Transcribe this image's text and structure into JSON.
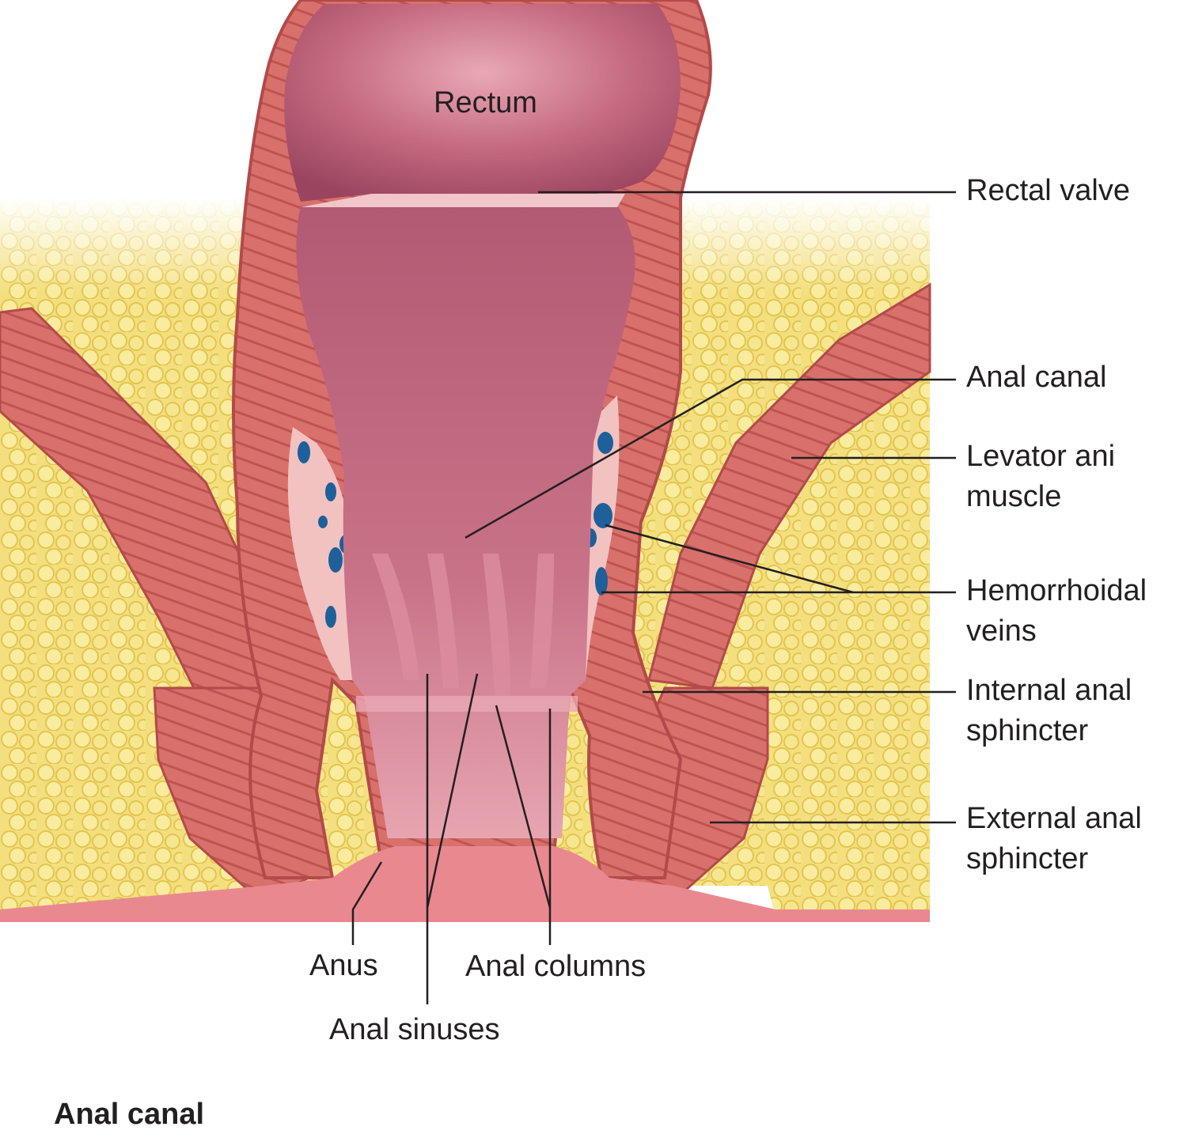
{
  "figure": {
    "caption": "Anal canal",
    "colors": {
      "fat": "#f2de7a",
      "fat_cells": "#e8cb55",
      "muscle": "#d9716a",
      "muscle_dark": "#b84e4d",
      "lumen": "#b45c72",
      "lumen_light": "#e39aa8",
      "veins": "#1f5f9a",
      "leader_lines": "#231f20"
    }
  },
  "labels": {
    "rectum": "Rectum",
    "rectal_valve": "Rectal valve",
    "anal_canal": "Anal canal",
    "levator_ani": [
      "Levator ani",
      "muscle"
    ],
    "hemorrhoidal_veins": [
      "Hemorrhoidal",
      "veins"
    ],
    "internal_anal_sphincter": [
      "Internal anal",
      "sphincter"
    ],
    "external_anal_sphincter": [
      "External anal",
      "sphincter"
    ],
    "anus": "Anus",
    "anal_columns": "Anal columns",
    "anal_sinuses": "Anal sinuses"
  }
}
